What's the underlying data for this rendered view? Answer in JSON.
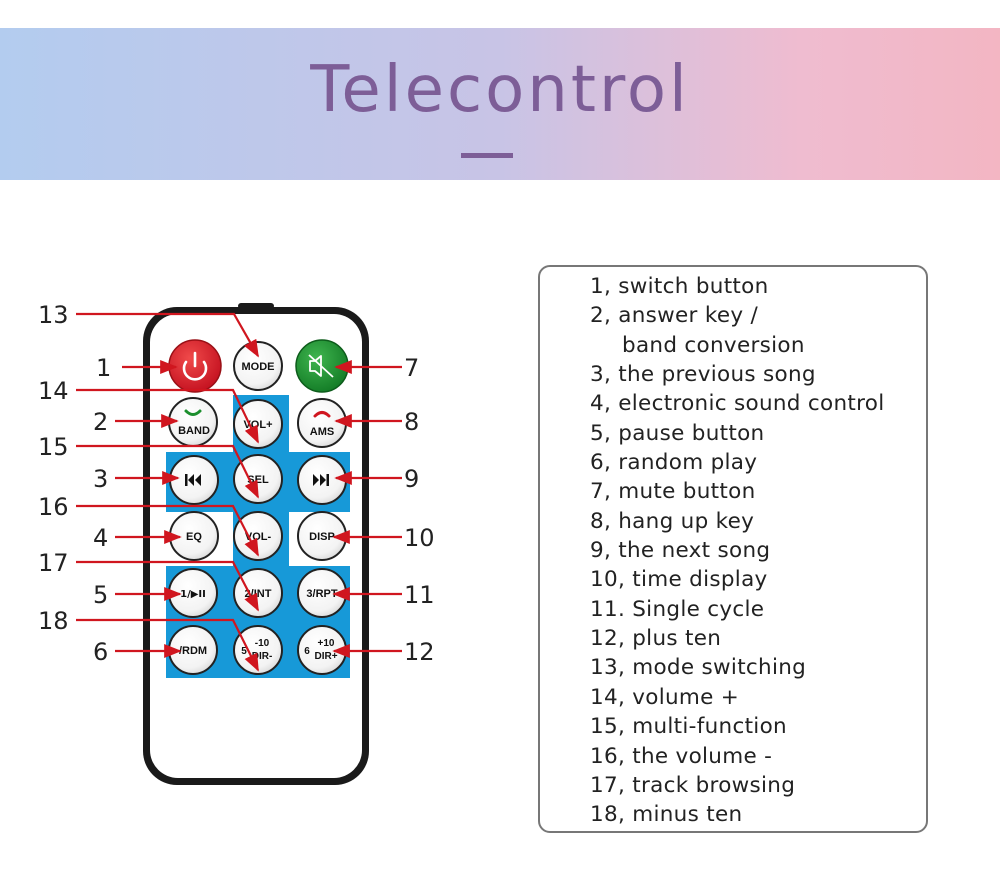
{
  "title": "Telecontrol",
  "buttons": {
    "mode": "MODE",
    "band": "BAND",
    "vol_up": "VOL+",
    "ams": "AMS",
    "sel": "SEL",
    "eq": "EQ",
    "vol_down": "VOL-",
    "disp": "DISP",
    "b1": "1/▶II",
    "b2": "2/INT",
    "b3": "3/RPT",
    "b4": "/RDM",
    "b5_top": "-10",
    "b5_bot": "DIR-",
    "b5_num": "5",
    "b6_top": "+10",
    "b6_bot": "DIR+",
    "b6_num": "6"
  },
  "callouts": [
    "1",
    "2",
    "3",
    "4",
    "5",
    "6",
    "7",
    "8",
    "9",
    "10",
    "11",
    "12",
    "13",
    "14",
    "15",
    "16",
    "17",
    "18"
  ],
  "colors": {
    "power": "#d8192a",
    "mute": "#1c8f2e",
    "panel": "#1799d8",
    "leader": "#d0161f",
    "title": "#7d5e97"
  },
  "legend": [
    "1, switch button",
    "2, answer key /",
    "band conversion",
    "3, the previous song",
    "4, electronic sound control",
    "5, pause button",
    "6, random play",
    "7, mute button",
    "8, hang up key",
    "9, the next song",
    "10, time display",
    "11. Single cycle",
    "12, plus ten",
    "13, mode switching",
    "14, volume +",
    "15, multi-function",
    "16, the volume -",
    "17, track browsing",
    "18, minus ten"
  ]
}
